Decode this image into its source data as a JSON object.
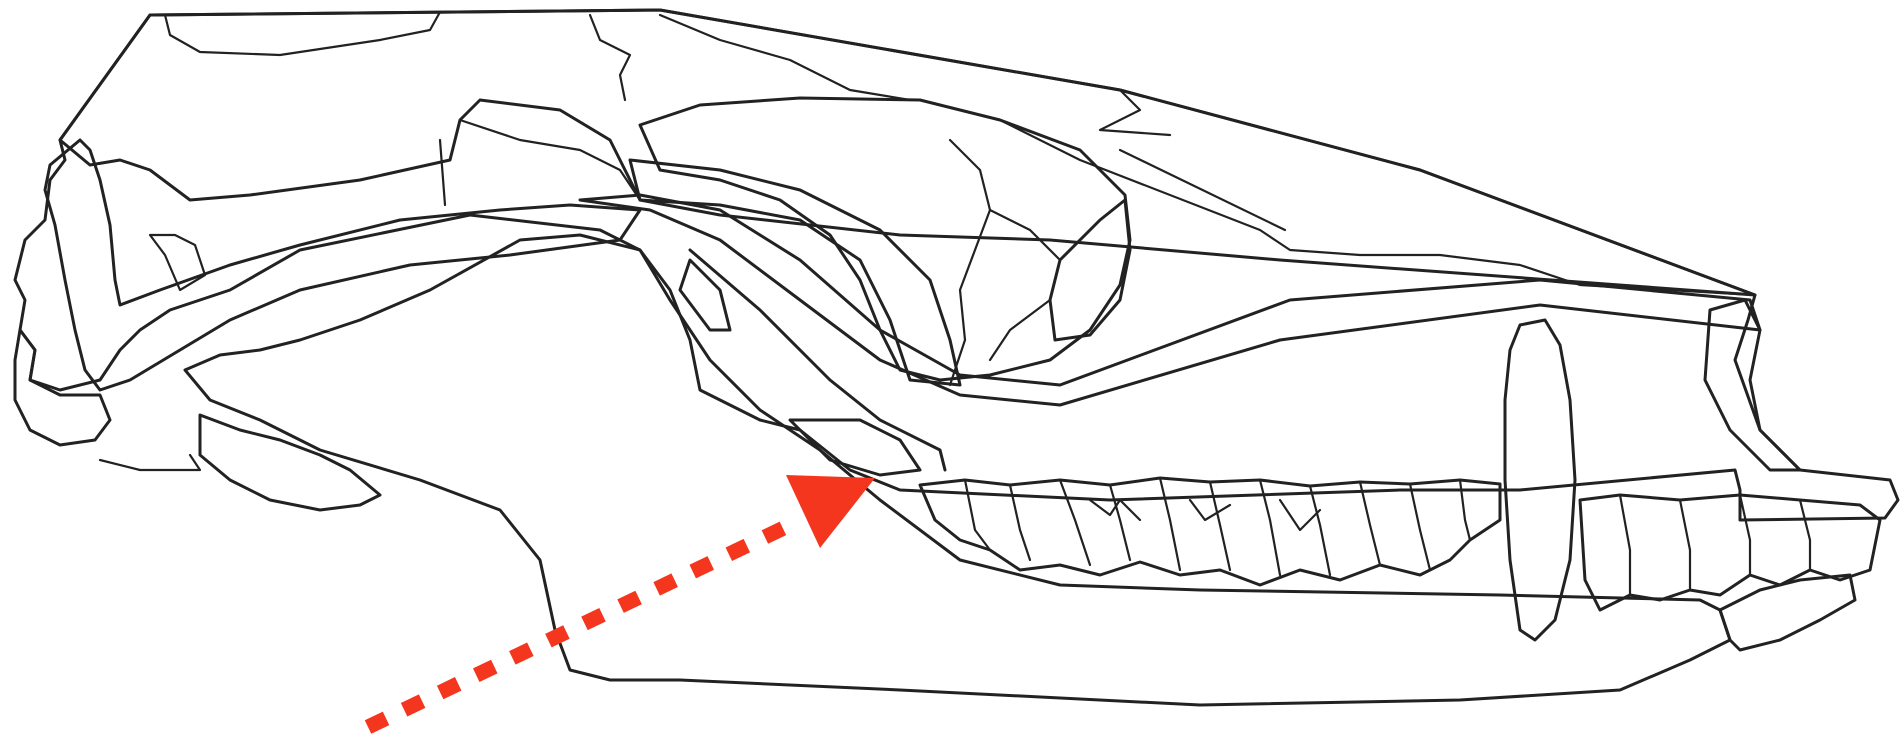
{
  "diagram": {
    "subject": "skull-lateral-view",
    "colors": {
      "background": "#ffffff",
      "outline": "#222222",
      "bone_white": "#ffffff",
      "light_gray": "#ebebeb",
      "mid_gray": "#d8d8d8",
      "highlight_orange": "#ffd3b6",
      "highlight_purple": "#cdbfe3",
      "arrow_red": "#f5361f"
    },
    "regions": [
      {
        "id": "jugal",
        "fill": "highlight_orange"
      },
      {
        "id": "mandible",
        "fill": "highlight_purple"
      },
      {
        "id": "orbit-region",
        "fill": "light_gray"
      },
      {
        "id": "temporal-region",
        "fill": "mid_gray"
      },
      {
        "id": "nasal-opening",
        "fill": "mid_gray"
      }
    ],
    "arrow": {
      "style": "dashed",
      "points_to": "mandible"
    }
  }
}
